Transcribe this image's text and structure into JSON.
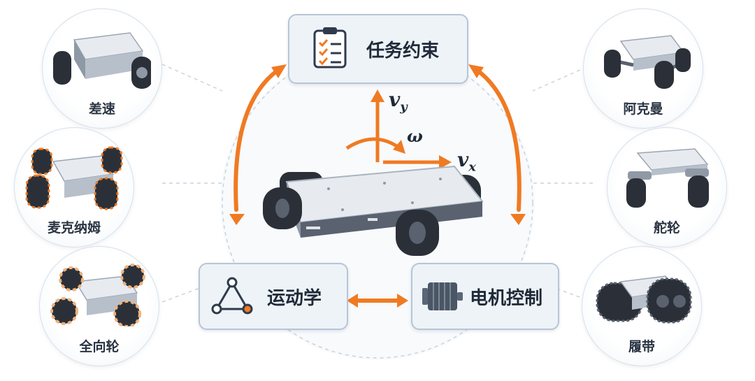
{
  "center": {
    "top_box": {
      "label": "任务约束",
      "icon": "checklist-icon"
    },
    "bottom_left_box": {
      "label": "运动学",
      "icon": "triangle-nodes-icon"
    },
    "bottom_right_box": {
      "label": "电机控制",
      "icon": "motor-icon"
    },
    "axes": {
      "vy": "v",
      "vy_sub": "y",
      "vx": "v",
      "vx_sub": "x",
      "omega": "ω"
    }
  },
  "chassis_types": {
    "left": [
      {
        "label": "差速",
        "icon": "differential-robot-icon"
      },
      {
        "label": "麦克纳姆",
        "icon": "mecanum-robot-icon"
      },
      {
        "label": "全向轮",
        "icon": "omni-wheel-robot-icon"
      }
    ],
    "right": [
      {
        "label": "阿克曼",
        "icon": "ackermann-robot-icon"
      },
      {
        "label": "舵轮",
        "icon": "steering-wheel-robot-icon"
      },
      {
        "label": "履带",
        "icon": "tracked-robot-icon"
      }
    ]
  },
  "colors": {
    "accent": "#f07a22",
    "box_border": "#b7c5d6",
    "box_fill": "#eef3f8",
    "text": "#1f2a38"
  }
}
